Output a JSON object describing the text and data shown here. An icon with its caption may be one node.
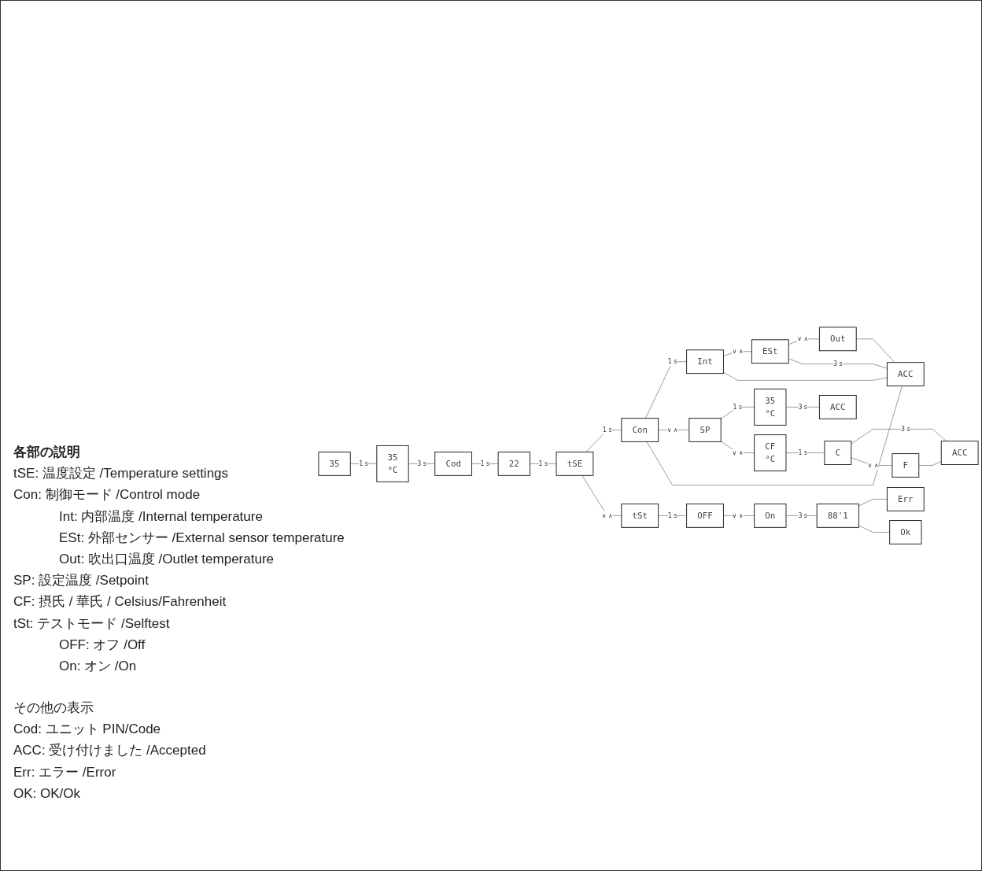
{
  "diagram": {
    "nodes": [
      {
        "text": [
          "35"
        ]
      },
      {
        "text": [
          "35",
          "°C"
        ]
      },
      {
        "text": [
          "Cod"
        ]
      },
      {
        "text": [
          "22"
        ]
      },
      {
        "text": [
          "tSE"
        ]
      },
      {
        "text": [
          "Con"
        ]
      },
      {
        "text": [
          "Int"
        ]
      },
      {
        "text": [
          "ESt"
        ]
      },
      {
        "text": [
          "Out"
        ]
      },
      {
        "text": [
          "ACC"
        ]
      },
      {
        "text": [
          "SP"
        ]
      },
      {
        "text": [
          "35",
          "°C"
        ]
      },
      {
        "text": [
          "ACC"
        ]
      },
      {
        "text": [
          "CF",
          "°C"
        ]
      },
      {
        "text": [
          "C"
        ]
      },
      {
        "text": [
          "ACC"
        ]
      },
      {
        "text": [
          "F"
        ]
      },
      {
        "text": [
          "tSt"
        ]
      },
      {
        "text": [
          "OFF"
        ]
      },
      {
        "text": [
          "On"
        ]
      },
      {
        "text": [
          "88'1"
        ]
      },
      {
        "text": [
          "Err"
        ]
      },
      {
        "text": [
          "Ok"
        ]
      }
    ],
    "edges": [
      {
        "from": 0,
        "to": 1,
        "arrow": "none",
        "label": "1 s"
      },
      {
        "from": 1,
        "to": 2,
        "arrow": "none",
        "label": "3 s"
      },
      {
        "from": 2,
        "to": 3,
        "arrow": "none",
        "label": "1 s"
      },
      {
        "from": 3,
        "to": 4,
        "arrow": "none",
        "label": "1 s"
      },
      {
        "from": 4,
        "to": 5,
        "arrow": "none",
        "label": "1 s"
      },
      {
        "from": 5,
        "to": 6,
        "arrow": "none",
        "label": "1 s"
      },
      {
        "from": 6,
        "to": 7,
        "arrow": "none",
        "label": "∨ ∧"
      },
      {
        "from": 7,
        "to": 8,
        "arrow": "none",
        "label": "∨ ∧"
      },
      {
        "from": 7,
        "to": 9,
        "arrow": "none",
        "label": "3 s"
      },
      {
        "from": 6,
        "to": 9,
        "arrow": "none"
      },
      {
        "from": 8,
        "to": 9,
        "arrow": "none"
      },
      {
        "from": 9,
        "to": 5,
        "arrow": "none"
      },
      {
        "from": 5,
        "to": 10,
        "arrow": "none",
        "label": "∨ ∧"
      },
      {
        "from": 10,
        "to": 11,
        "arrow": "none",
        "label": "1 s"
      },
      {
        "from": 11,
        "to": 12,
        "arrow": "none",
        "label": "3 s"
      },
      {
        "from": 10,
        "to": 13,
        "arrow": "none",
        "label": "∨ ∧"
      },
      {
        "from": 13,
        "to": 14,
        "arrow": "none",
        "label": "1 s"
      },
      {
        "from": 14,
        "to": 15,
        "arrow": "none",
        "label": "3 s"
      },
      {
        "from": 14,
        "to": 16,
        "arrow": "none",
        "label": "∨ ∧"
      },
      {
        "from": 16,
        "to": 15,
        "arrow": "none"
      },
      {
        "from": 4,
        "to": 17,
        "arrow": "none",
        "label": "∨ ∧"
      },
      {
        "from": 17,
        "to": 18,
        "arrow": "none",
        "label": "1 s"
      },
      {
        "from": 18,
        "to": 19,
        "arrow": "none",
        "label": "∨ ∧"
      },
      {
        "from": 19,
        "to": 20,
        "arrow": "none",
        "label": "3 s"
      },
      {
        "from": 20,
        "to": 21,
        "arrow": "none"
      },
      {
        "from": 20,
        "to": 22,
        "arrow": "none"
      }
    ],
    "labels": [
      "各部の説明",
      "tSE: 温度設定 /Temperature settings",
      "Con: 制御モード /Control mode",
      "Int: 内部温度 /Internal temperature",
      "ESt: 外部センサー /External sensor temperature",
      "Out: 吹出口温度 /Outlet temperature",
      "SP: 設定温度 /Setpoint",
      "CF: 摂氏 / 華氏 / Celsius/Fahrenheit",
      "tSt: テストモード /Selftest",
      "OFF: オフ /Off",
      "On: オン /On",
      "その他の表示",
      "Cod: ユニット PIN/Code",
      "ACC: 受け付けました /Accepted",
      "Err: エラー /Error",
      "OK: OK/Ok"
    ]
  }
}
